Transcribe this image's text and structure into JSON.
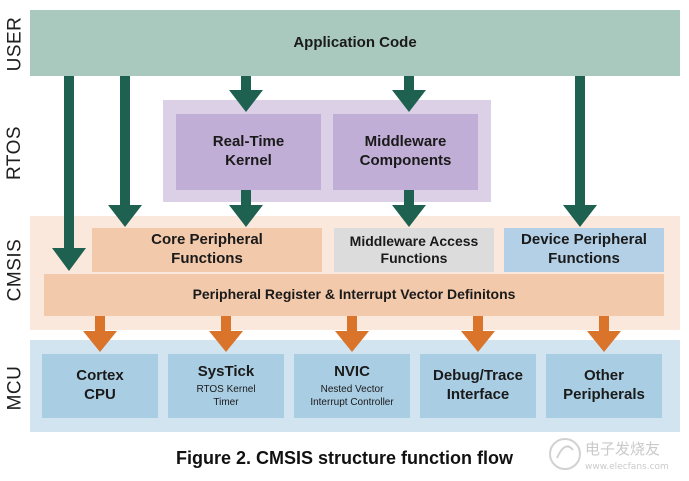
{
  "layers": {
    "user": "USER",
    "rtos": "RTOS",
    "cmsis": "CMSIS",
    "mcu": "MCU"
  },
  "boxes": {
    "application_code": "Application Code",
    "rtos_kernel": {
      "line1": "Real-Time",
      "line2": "Kernel"
    },
    "middleware_components": {
      "line1": "Middleware",
      "line2": "Components"
    },
    "core_peripheral": {
      "line1": "Core Peripheral",
      "line2": "Functions"
    },
    "middleware_access": {
      "line1": "Middleware Access",
      "line2": "Functions"
    },
    "device_peripheral": {
      "line1": "Device Peripheral",
      "line2": "Functions"
    },
    "peripheral_register": "Peripheral Register & Interrupt Vector Definitons",
    "cortex_cpu": {
      "line1": "Cortex",
      "line2": "CPU"
    },
    "systick": {
      "title": "SysTick",
      "sub1": "RTOS Kernel",
      "sub2": "Timer"
    },
    "nvic": {
      "title": "NVIC",
      "sub1": "Nested Vector",
      "sub2": "Interrupt Controller"
    },
    "debug_trace": {
      "line1": "Debug/Trace",
      "line2": "Interface"
    },
    "other_peripherals": {
      "line1": "Other",
      "line2": "Peripherals"
    }
  },
  "caption": "Figure 2. CMSIS structure function flow",
  "watermark": {
    "text_cn": "电子发烧友",
    "url": "www.elecfans.com"
  },
  "colors": {
    "user_band": "#a9c9bf",
    "rtos_band": "#dcd0e6",
    "rtos_box": "#c0aed6",
    "cmsis_band": "#fae8dc",
    "cmsis_box": "#f3c9ab",
    "middleware_access_box": "#dcdcdc",
    "device_box": "#b3d0e6",
    "mcu_band": "#d2e4f0",
    "mcu_box": "#a9cde3",
    "green_arrow": "#1f6150",
    "orange_arrow": "#d9742a"
  }
}
